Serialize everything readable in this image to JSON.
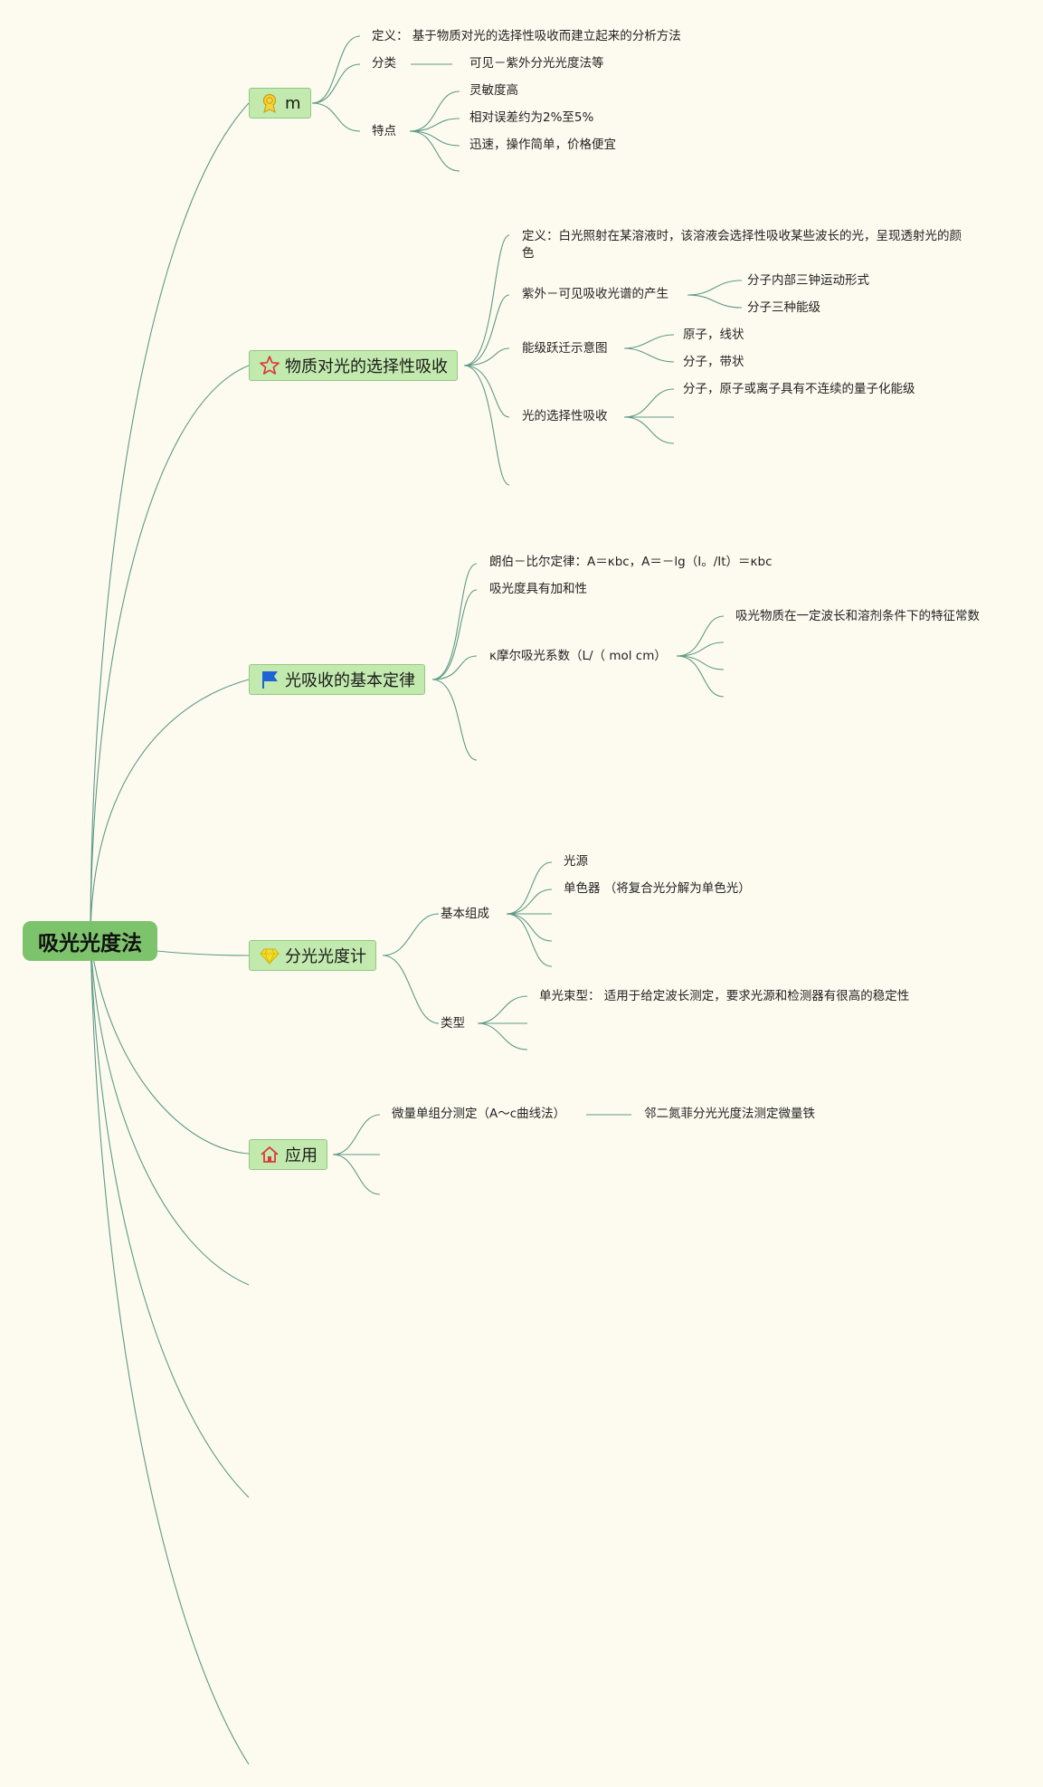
{
  "root": "吸光光度法",
  "topics": {
    "t1": "m",
    "t2": "物质对光的选择性吸收",
    "t3": "光吸收的基本定律",
    "t4": "分光光度计",
    "t5": "应用"
  },
  "nodes": {
    "t1_def": "定义： 基于物质对光的选择性吸收而建立起来的分析方法",
    "t1_class": "分类",
    "t1_class_val": "可见－紫外分光光度法等",
    "t1_feat": "特点",
    "t1_feat_1": "灵敏度高",
    "t1_feat_2": "相对误差约为2%至5%",
    "t1_feat_3": "迅速，操作简单，价格便宜",
    "t2_def": "定义：白光照射在某溶液时，该溶液会选择性吸收某些波长的光，呈现透射光的颜色",
    "t2_spec": "紫外－可见吸收光谱的产生",
    "t2_spec_1": "分子内部三钟运动形式",
    "t2_spec_2": "分子三种能级",
    "t2_level": "能级跃迁示意图",
    "t2_level_1": "原子，线状",
    "t2_level_2": "分子，带状",
    "t2_sel": "光的选择性吸收",
    "t2_sel_1": "分子，原子或离子具有不连续的量子化能级",
    "t3_law": "朗伯－比尔定律：A＝κbc，A＝－lg（I。/It）＝κbc",
    "t3_add": "吸光度具有加和性",
    "t3_coef": "κ摩尔吸光系数（L/（ mol cm）",
    "t3_coef_1": "吸光物质在一定波长和溶剂条件下的特征常数",
    "t4_comp": "基本组成",
    "t4_comp_1": "光源",
    "t4_comp_2": "单色器 （将复合光分解为单色光）",
    "t4_type": "类型",
    "t4_type_1": "单光束型： 适用于给定波长测定，要求光源和检测器有很高的稳定性",
    "t5_micro": "微量单组分测定（A～c曲线法）",
    "t5_micro_1": "邻二氮菲分光光度法测定微量铁"
  },
  "colors": {
    "background": "#fdfbf0",
    "root_fill": "#7dc36b",
    "topic_fill": "#c3eaae",
    "topic_border": "#93c87f",
    "link": "#5e9a86"
  },
  "icons": {
    "t1": "medal-icon",
    "t2": "star-icon",
    "t3": "flag-icon",
    "t4": "diamond-icon",
    "t5": "house-icon"
  }
}
